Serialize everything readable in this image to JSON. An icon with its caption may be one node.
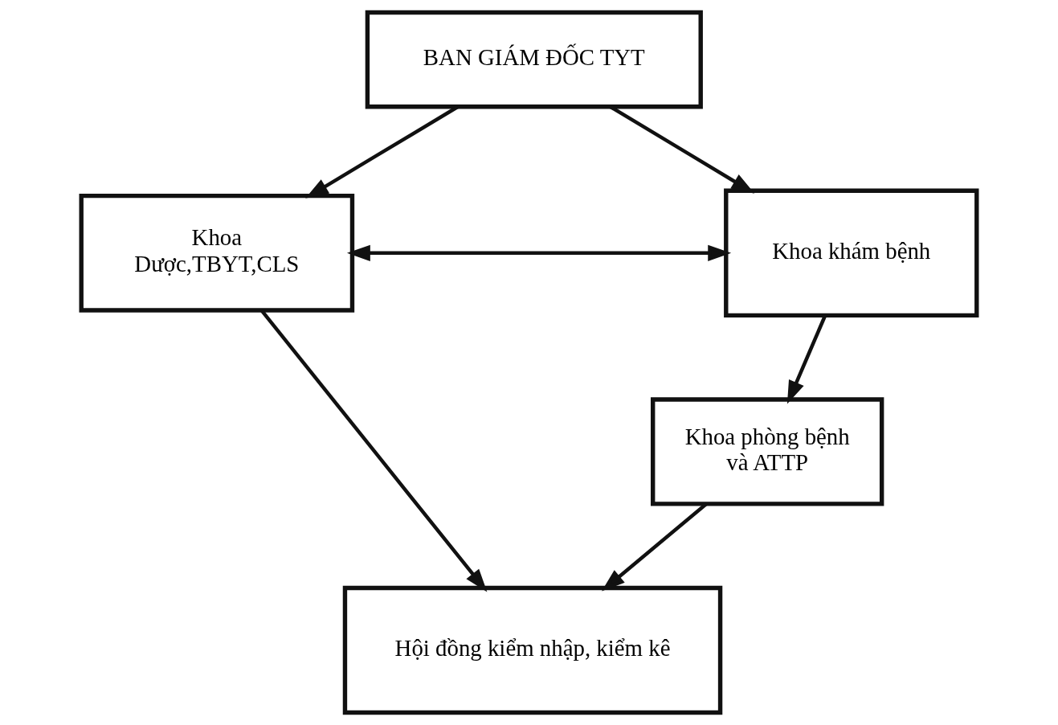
{
  "diagram": {
    "nodes": [
      {
        "text": [
          "BAN GIÁM ĐỐC TYT"
        ]
      },
      {
        "text": [
          "Khoa Dược,TBYT,CLS"
        ]
      },
      {
        "text": [
          "Khoa khám bệnh"
        ]
      },
      {
        "text": [
          "Khoa phòng bệnh và ATTP"
        ]
      },
      {
        "text": [
          "Hội đồng kiểm nhập, kiểm kê"
        ]
      }
    ],
    "edges": [
      {
        "from": 0,
        "to": 1,
        "arrow": "to"
      },
      {
        "from": 0,
        "to": 2,
        "arrow": "to"
      },
      {
        "from": 1,
        "to": 2,
        "arrow": "both"
      },
      {
        "from": 1,
        "to": 4,
        "arrow": "to"
      },
      {
        "from": 2,
        "to": 3,
        "arrow": "to"
      },
      {
        "from": 3,
        "to": 4,
        "arrow": "to"
      }
    ]
  }
}
